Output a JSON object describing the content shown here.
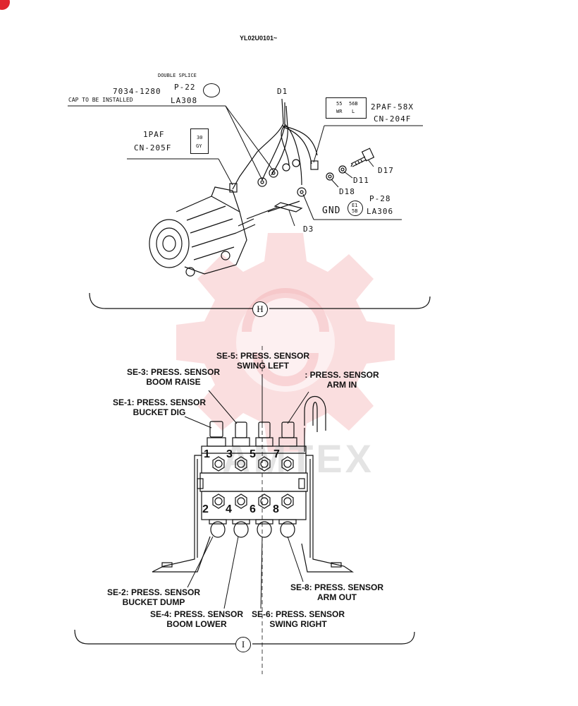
{
  "doc_code": "YL02U0101~",
  "watermark_text": "AMTEX",
  "colors": {
    "watermark": "#f0a0a4",
    "corner_badge": "#e0262f",
    "ink": "#111111"
  },
  "top": {
    "double_splice": "DOUBLE SPLICE",
    "part_no": "7034-1280",
    "cap_note": "CAP TO BE INSTALLED",
    "p22": "P-22",
    "la308": "LA308",
    "d1": "D1",
    "conn1_code": "2PAF-58X",
    "conn1_name": "CN-204F",
    "conn1_pins": [
      "55",
      "56B",
      "WR",
      "L"
    ],
    "conn2_code": "1PAF",
    "conn2_name": "CN-205F",
    "conn2_pins": [
      "30",
      "GY"
    ],
    "d17": "D17",
    "d11": "D11",
    "d18": "D18",
    "p28": "P-28",
    "gnd": "GND",
    "gnd_pins": [
      "E1",
      "5B"
    ],
    "la306": "LA306",
    "d3": "D3",
    "section": "H"
  },
  "bottom": {
    "se1": {
      "l1": "SE-1: PRESS. SENSOR",
      "l2": "BUCKET DIG"
    },
    "se3": {
      "l1": "SE-3: PRESS. SENSOR",
      "l2": "BOOM RAISE"
    },
    "se5": {
      "l1": "SE-5: PRESS. SENSOR",
      "l2": "SWING LEFT"
    },
    "se7": {
      "l1": ": PRESS. SENSOR",
      "l2": "ARM IN"
    },
    "se2": {
      "l1": "SE-2: PRESS. SENSOR",
      "l2": "BUCKET DUMP"
    },
    "se4": {
      "l1": "SE-4: PRESS. SENSOR",
      "l2": "BOOM LOWER"
    },
    "se6": {
      "l1": "SE-6: PRESS. SENSOR",
      "l2": "SWING RIGHT"
    },
    "se8": {
      "l1": "SE-8: PRESS. SENSOR",
      "l2": "ARM OUT"
    },
    "ports_top": [
      "1",
      "3",
      "5",
      "7"
    ],
    "ports_bottom": [
      "2",
      "4",
      "6",
      "8"
    ],
    "section": "I"
  }
}
